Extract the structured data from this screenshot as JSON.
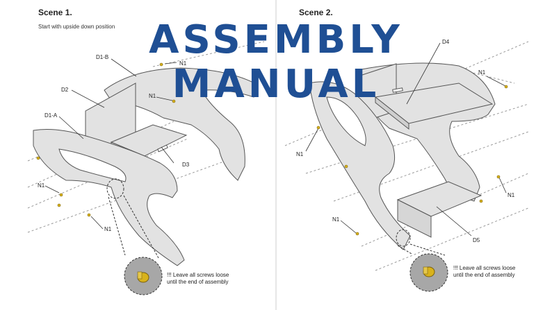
{
  "banner": {
    "line1": "ASSEMBLY",
    "line2": "MANUAL"
  },
  "scene1": {
    "title": "Scene 1.",
    "caption": "Start with upside down position",
    "labels": {
      "d1b": "D1-B",
      "d2": "D2",
      "d1a": "D1-A",
      "d3": "D3",
      "n1_top": "N1",
      "n1_mid": "N1",
      "n1_left": "N1",
      "n1_bottom": "N1"
    },
    "note": [
      "!!! Leave all screws loose",
      "until the end of assembly"
    ]
  },
  "scene2": {
    "title": "Scene 2.",
    "labels": {
      "d4": "D4",
      "d5": "D5",
      "n1_right_top": "N1",
      "n1_left": "N1",
      "n1_right": "N1",
      "n1_bottom": "N1"
    },
    "note": [
      "!!! Leave all screws loose",
      "until the end of assembly"
    ]
  },
  "colors": {
    "banner": "#1f4f94",
    "panel": "#e2e2e2",
    "screw": "#d8b21c",
    "zoom": "#a7a7a7"
  }
}
